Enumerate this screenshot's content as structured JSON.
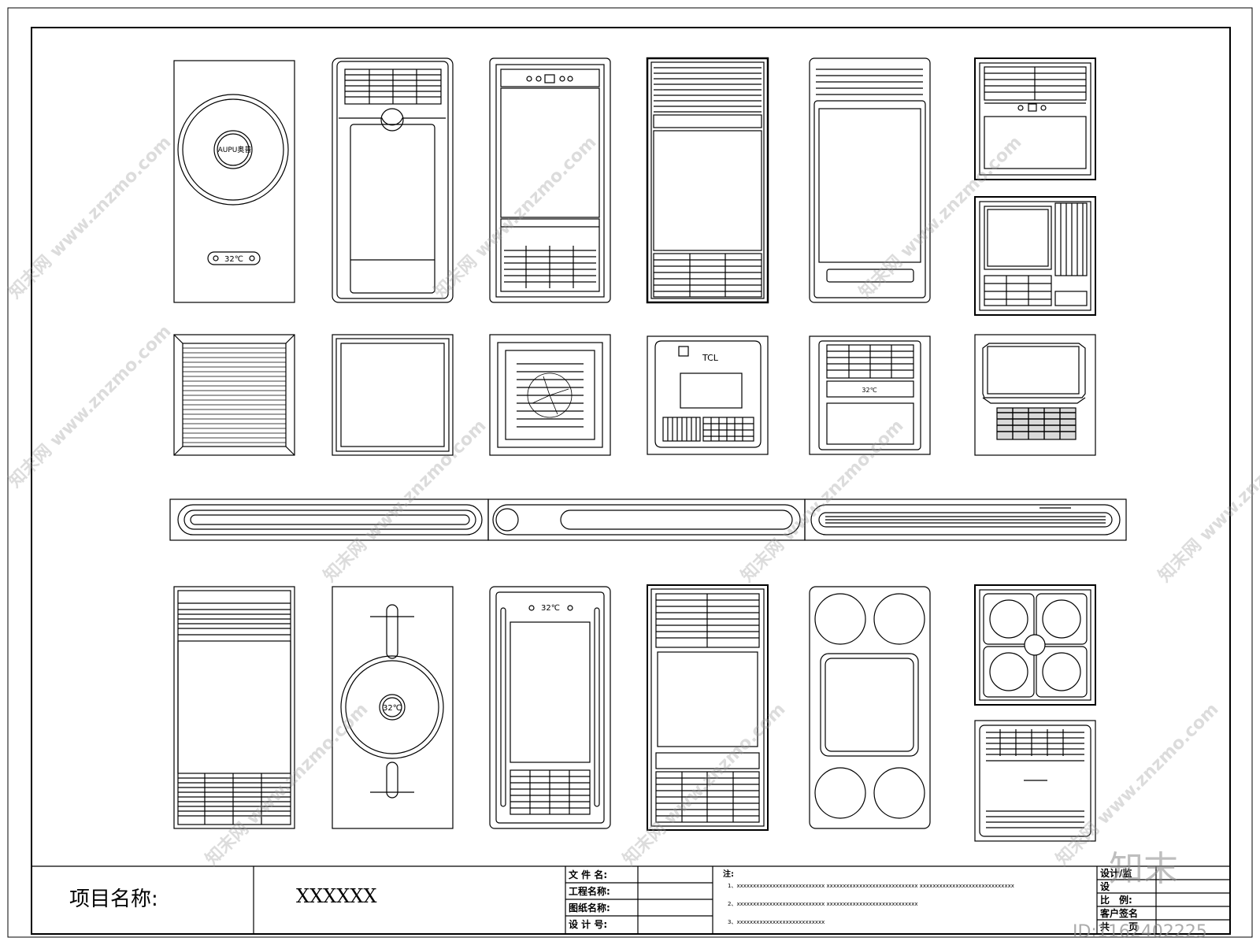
{
  "title_block": {
    "project_label": "项目名称:",
    "project_value": "XXXXXX",
    "file_name_label": "文 件 名:",
    "engineering_name_label": "工程名称:",
    "drawing_name_label": "图纸名称:",
    "design_no_label": "设 计 号:",
    "notes_label": "注:",
    "note_1": "1、xxxxxxxxxxxxxxxxxxxxxxxxxxx    xxxxxxxxxxxxxxxxxxxxxxxxxxxx    xxxxxxxxxxxxxxxxxxxxxxxxxxxxx",
    "note_2": "2、xxxxxxxxxxxxxxxxxxxxxxxxxxx    xxxxxxxxxxxxxxxxxxxxxxxxxxxx",
    "note_3": "3、xxxxxxxxxxxxxxxxxxxxxxxxxxx",
    "right_labels": [
      "设计/监",
      "设",
      "比　例:",
      "客户签名",
      "共　　页"
    ]
  },
  "panel_text": {
    "aupu": "AUPU奥普",
    "temp": "32℃",
    "tcl": "TCL"
  },
  "watermark": {
    "site": "知末网 www.znzmo.com",
    "brand": "知末",
    "id": "ID:1162402225"
  }
}
